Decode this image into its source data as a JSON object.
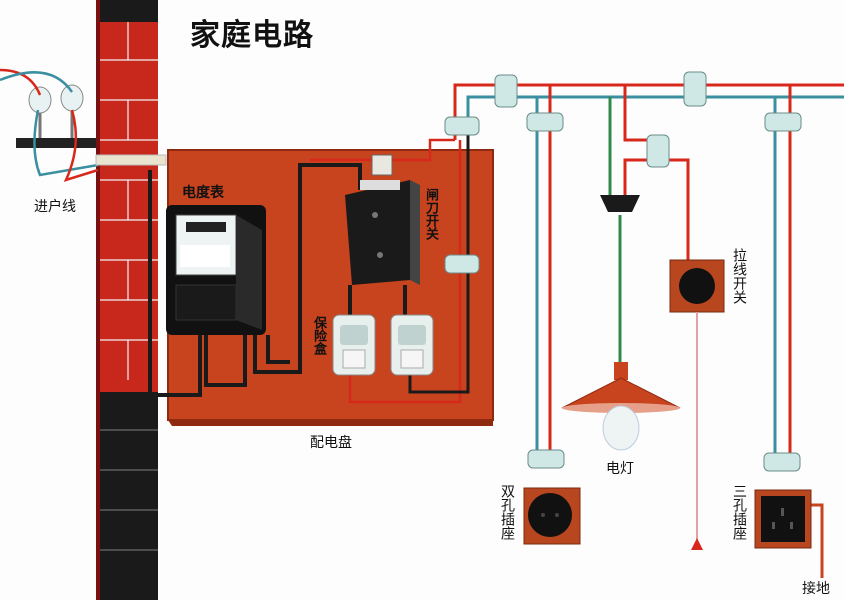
{
  "title": "家庭电路",
  "labels": {
    "incoming_line": "进户线",
    "meter": "电度表",
    "knife_switch": "闸刀开关",
    "fuse_box": "保险盒",
    "distribution_board": "配电盘",
    "pull_switch": "拉线开关",
    "lamp": "电灯",
    "two_hole_socket": "双孔插座",
    "three_hole_socket": "三孔插座",
    "ground": "接地"
  },
  "colors": {
    "board": "#c8441e",
    "brick": "#c8271b",
    "brick_dark": "#1a1a1a",
    "wire_red": "#d8281c",
    "wire_blue": "#3a8fa0",
    "wire_green": "#2f8a4a",
    "insulator": "#cfe8e6",
    "device_dark": "#1b1b1b"
  }
}
